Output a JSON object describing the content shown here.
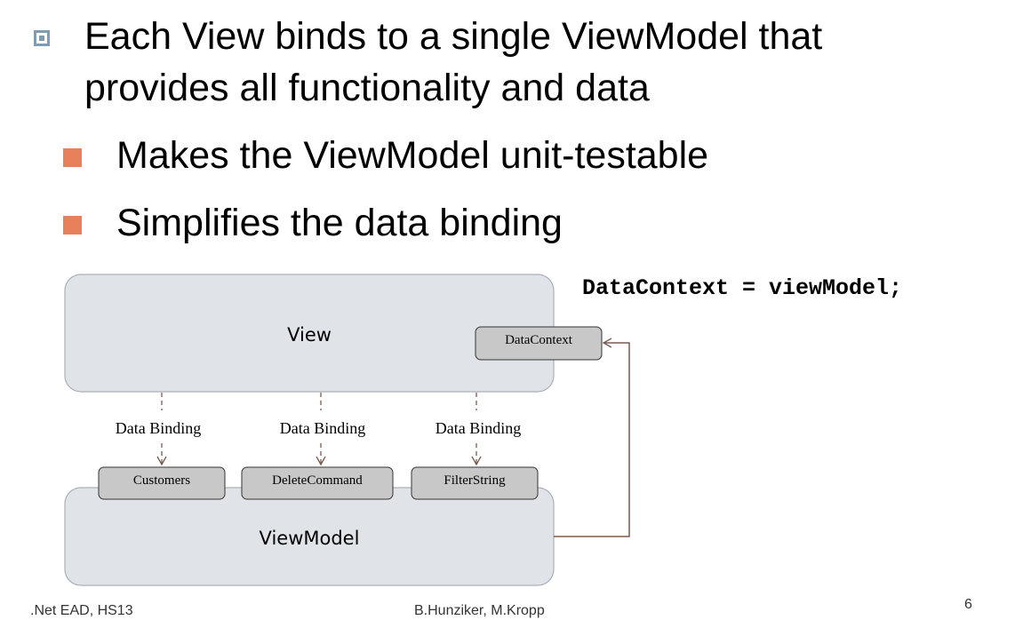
{
  "bullets": {
    "main_line1": "Each View binds to a single ViewModel that",
    "main_line2": "provides all functionality and data",
    "sub1": "Makes the ViewModel unit-testable",
    "sub2": "Simplifies the data binding"
  },
  "code": "DataContext = viewModel;",
  "diagram": {
    "view_label": "View",
    "viewmodel_label": "ViewModel",
    "datacontext_label": "DataContext",
    "binding_label": "Data Binding",
    "properties": [
      "Customers",
      "DeleteCommand",
      "FilterString"
    ]
  },
  "footer": {
    "left": ".Net EAD, HS13",
    "center": "B.Hunziker, M.Kropp",
    "page": "6"
  },
  "colors": {
    "main_bullet": "#7f9cb5",
    "sub_bullet": "#e8805a",
    "box_fill": "#e0e4e8",
    "chip_fill": "#c8c8c8",
    "arrow": "#7a5a50"
  }
}
